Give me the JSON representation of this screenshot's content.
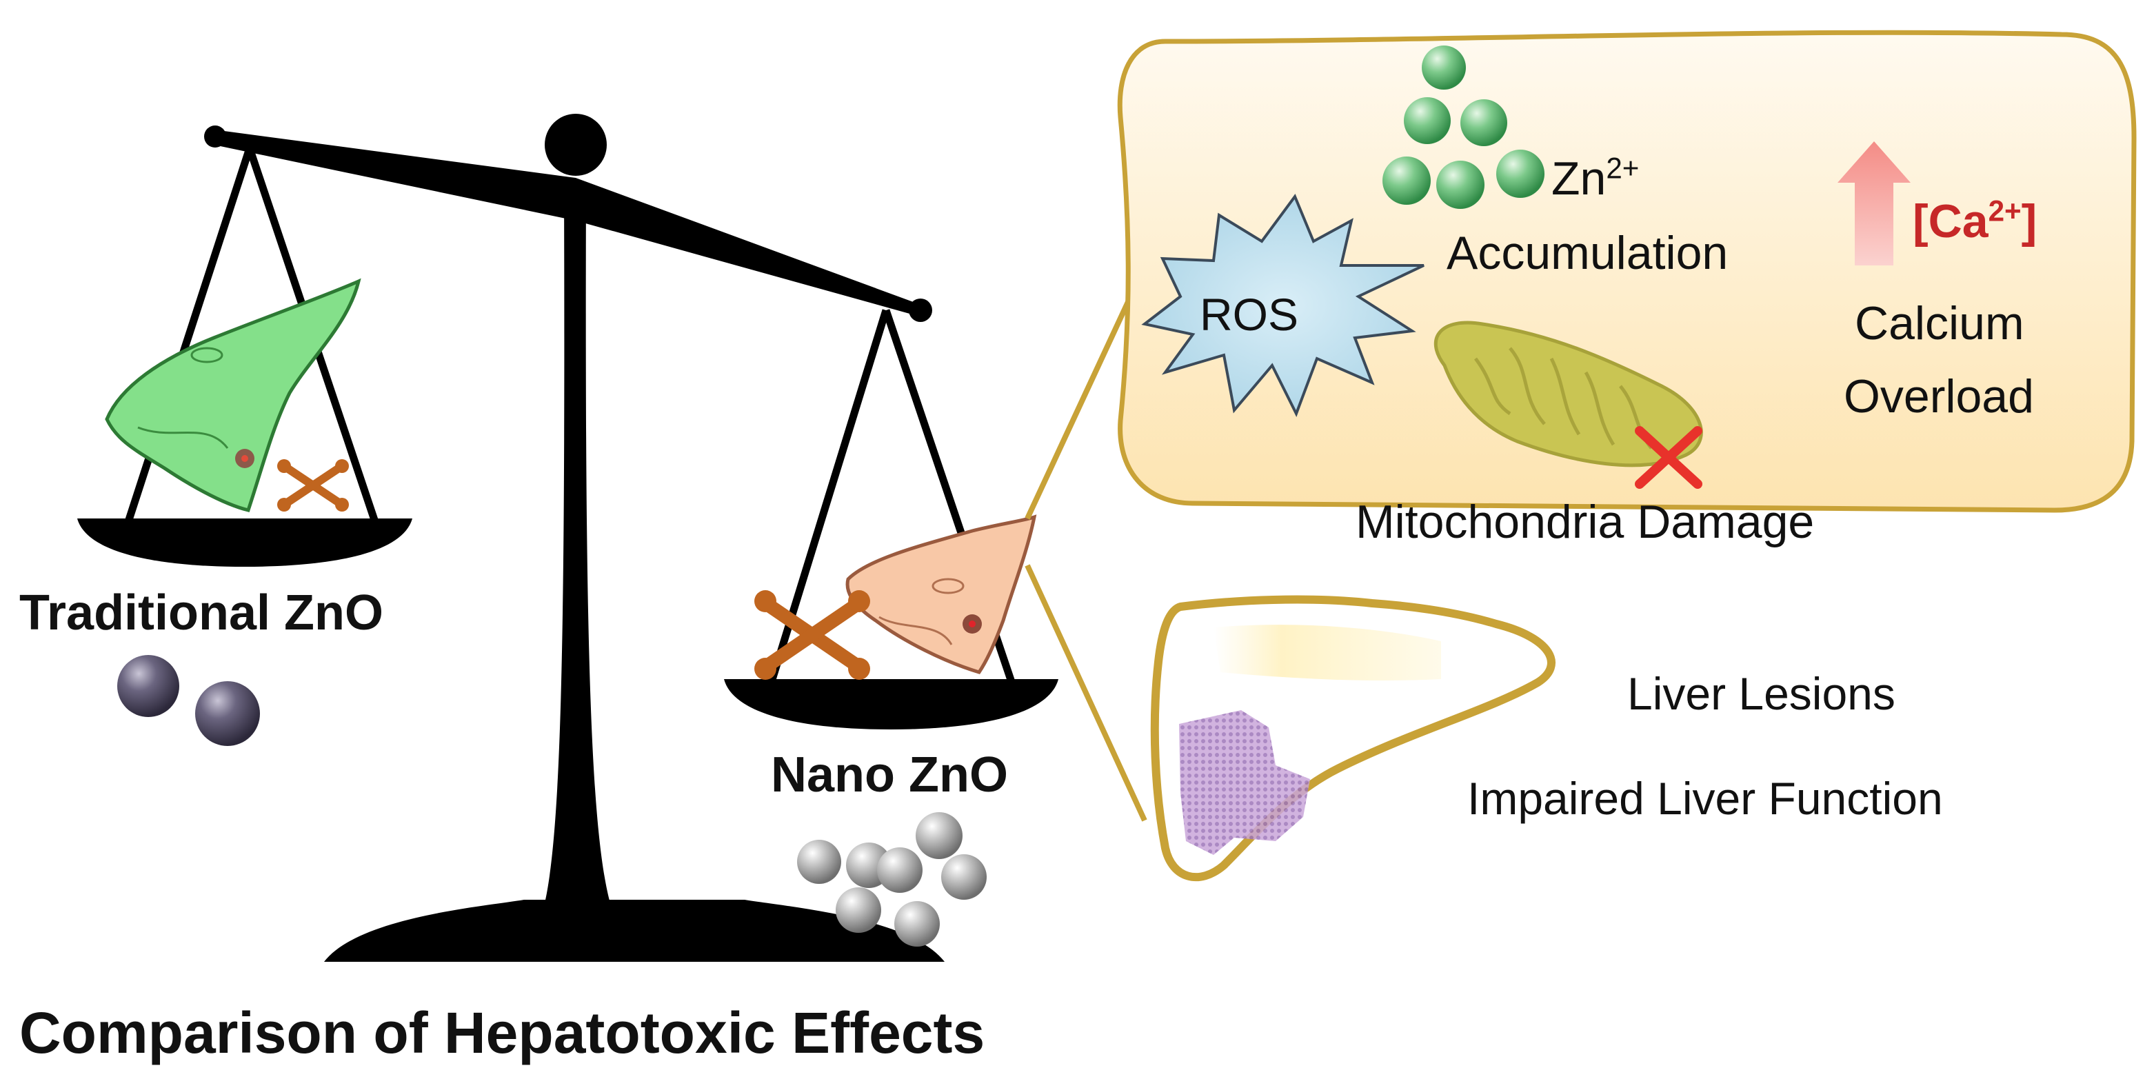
{
  "title": "Comparison of Hepatotoxic Effects",
  "traditional": {
    "label": "Traditional ZnO"
  },
  "nano": {
    "label": "Nano ZnO"
  },
  "mechanisms": {
    "ros": "ROS",
    "zn_label": "Zn",
    "zn_charge": "2+",
    "accumulation": "Accumulation",
    "ca_open": "[Ca",
    "ca_charge": "2+",
    "ca_close": "]",
    "calcium": "Calcium",
    "overload": "Overload",
    "mito": "Mitochondria Damage"
  },
  "liver": {
    "lesions": "Liver Lesions",
    "function": "Impaired Liver Function"
  },
  "colors": {
    "balance": "#000000",
    "zoom_border": "#c8a237",
    "zoom_fill_top": "#fff9e3",
    "zoom_fill_bottom": "#fde7b8",
    "ros_burst": "#bfe0ee",
    "zn_sphere": "#5fb56e",
    "mito": "#c9c553",
    "cross": "#e8322b",
    "arrow": "#f6a7a2",
    "ca_text": "#c62828",
    "liver_border": "#c8a237",
    "lesion": "#b48ac9",
    "big_particle": "#4f4a62",
    "nano_particle": "#a8a8a8",
    "bone": "#c0651f",
    "cell_traditional": "#7fe07f",
    "cell_nano": "#f7c9a8"
  }
}
